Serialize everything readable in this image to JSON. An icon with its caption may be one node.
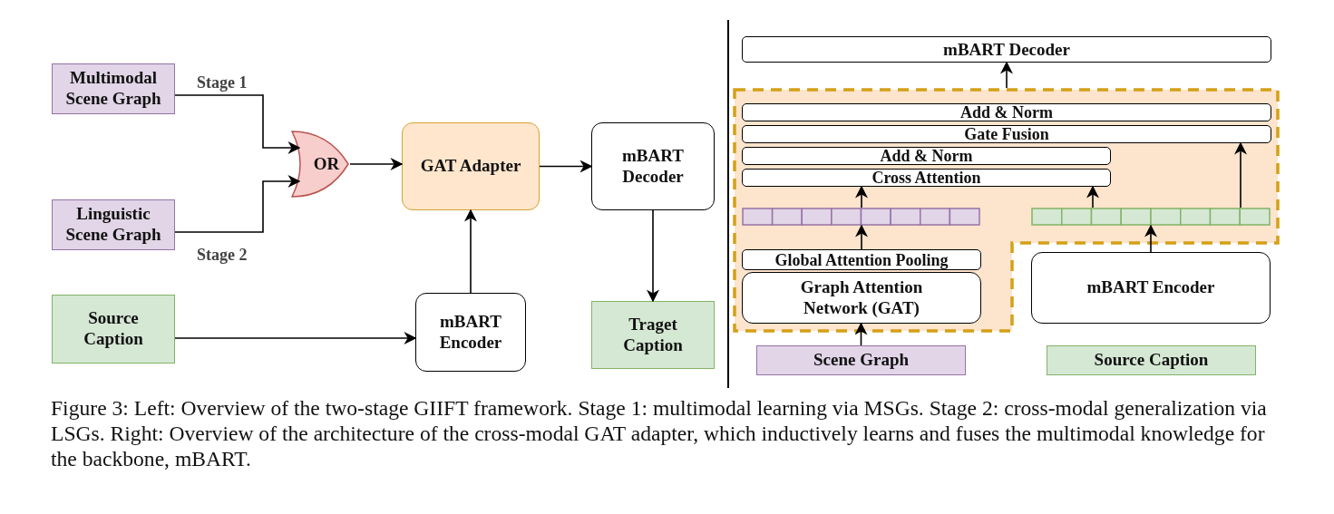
{
  "diagram": {
    "caption": "Figure 3: Left: Overview of the two-stage GIIFT framework. Stage 1: multimodal learning via MSGs. Stage 2: cross-modal generalization via LSGs. Right: Overview of the architecture of the cross-modal GAT adapter, which inductively learns and fuses the multimodal knowledge for the backbone, mBART.",
    "nodes": [
      {
        "text": [
          "Multimodal Scene Graph"
        ]
      },
      {
        "text": [
          "Linguistic Scene Graph"
        ]
      },
      {
        "text": [
          "OR"
        ]
      },
      {
        "text": [
          "GAT Adapter"
        ]
      },
      {
        "text": [
          "mBART Decoder"
        ]
      },
      {
        "text": [
          "Source Caption"
        ]
      },
      {
        "text": [
          "mBART Encoder"
        ]
      },
      {
        "text": [
          "Traget Caption"
        ]
      },
      {
        "text": [],
        "shape": "box"
      },
      {
        "text": [
          "mBART Decoder"
        ]
      },
      {
        "text": [
          "Add & Norm"
        ],
        "in": 8
      },
      {
        "text": [
          "Gate Fusion"
        ],
        "in": 8
      },
      {
        "text": [
          "Add & Norm"
        ],
        "in": 8
      },
      {
        "text": [
          "Cross Attention"
        ],
        "in": 8
      },
      {
        "text": [],
        "shape": "bar",
        "in": 8
      },
      {
        "text": [],
        "shape": "bar",
        "in": 8
      },
      {
        "text": [
          "Global Attention Pooling"
        ],
        "in": 8
      },
      {
        "text": [
          "Graph Attention Network (GAT)"
        ],
        "in": 8
      },
      {
        "text": [
          "mBART Encoder"
        ]
      },
      {
        "text": [
          "Scene Graph"
        ]
      },
      {
        "text": [
          "Source Caption"
        ]
      }
    ],
    "edges": [
      {
        "from": 0,
        "to": 2,
        "arrow": "to",
        "label": "Stage 1"
      },
      {
        "from": 1,
        "to": 2,
        "arrow": "to",
        "label": "Stage 2"
      },
      {
        "from": 2,
        "to": 3,
        "arrow": "to"
      },
      {
        "from": 3,
        "to": 4,
        "arrow": "to"
      },
      {
        "from": 5,
        "to": 6,
        "arrow": "to"
      },
      {
        "from": 6,
        "to": 3,
        "arrow": "to"
      },
      {
        "from": 4,
        "to": 7,
        "arrow": "to"
      },
      {
        "from": 8,
        "to": 9,
        "arrow": "to"
      },
      {
        "from": 19,
        "to": 17,
        "arrow": "to"
      },
      {
        "from": 16,
        "to": 14,
        "arrow": "to"
      },
      {
        "from": 14,
        "to": 13,
        "arrow": "to"
      },
      {
        "from": 18,
        "to": 15,
        "arrow": "to"
      },
      {
        "from": 15,
        "to": 13,
        "arrow": "to"
      },
      {
        "from": 15,
        "to": 11,
        "arrow": "to"
      }
    ]
  }
}
